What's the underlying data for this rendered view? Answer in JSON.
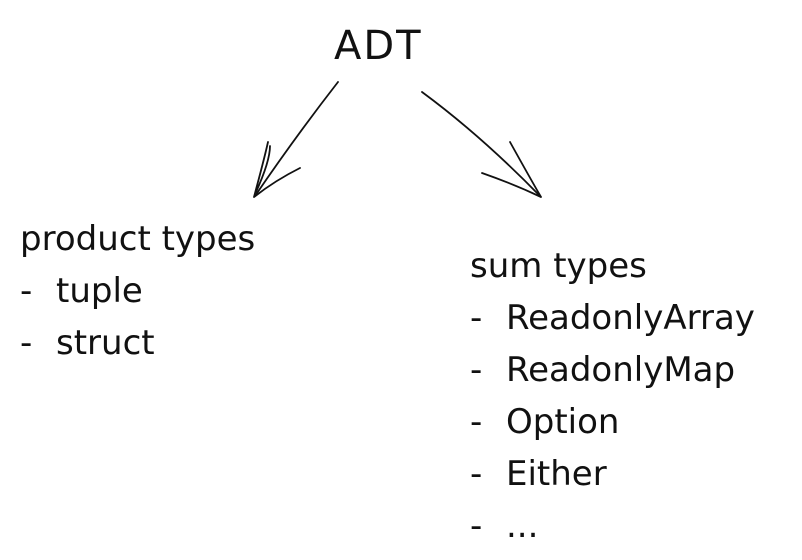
{
  "diagram": {
    "root": "ADT",
    "groups": {
      "product": {
        "title": "product types",
        "items": [
          "tuple",
          "struct"
        ]
      },
      "sum": {
        "title": "sum types",
        "items": [
          "ReadonlyArray",
          "ReadonlyMap",
          "Option",
          "Either",
          "..."
        ]
      }
    },
    "item_marker": "-"
  },
  "colors": {
    "ink": "#111111",
    "background": "#ffffff"
  }
}
